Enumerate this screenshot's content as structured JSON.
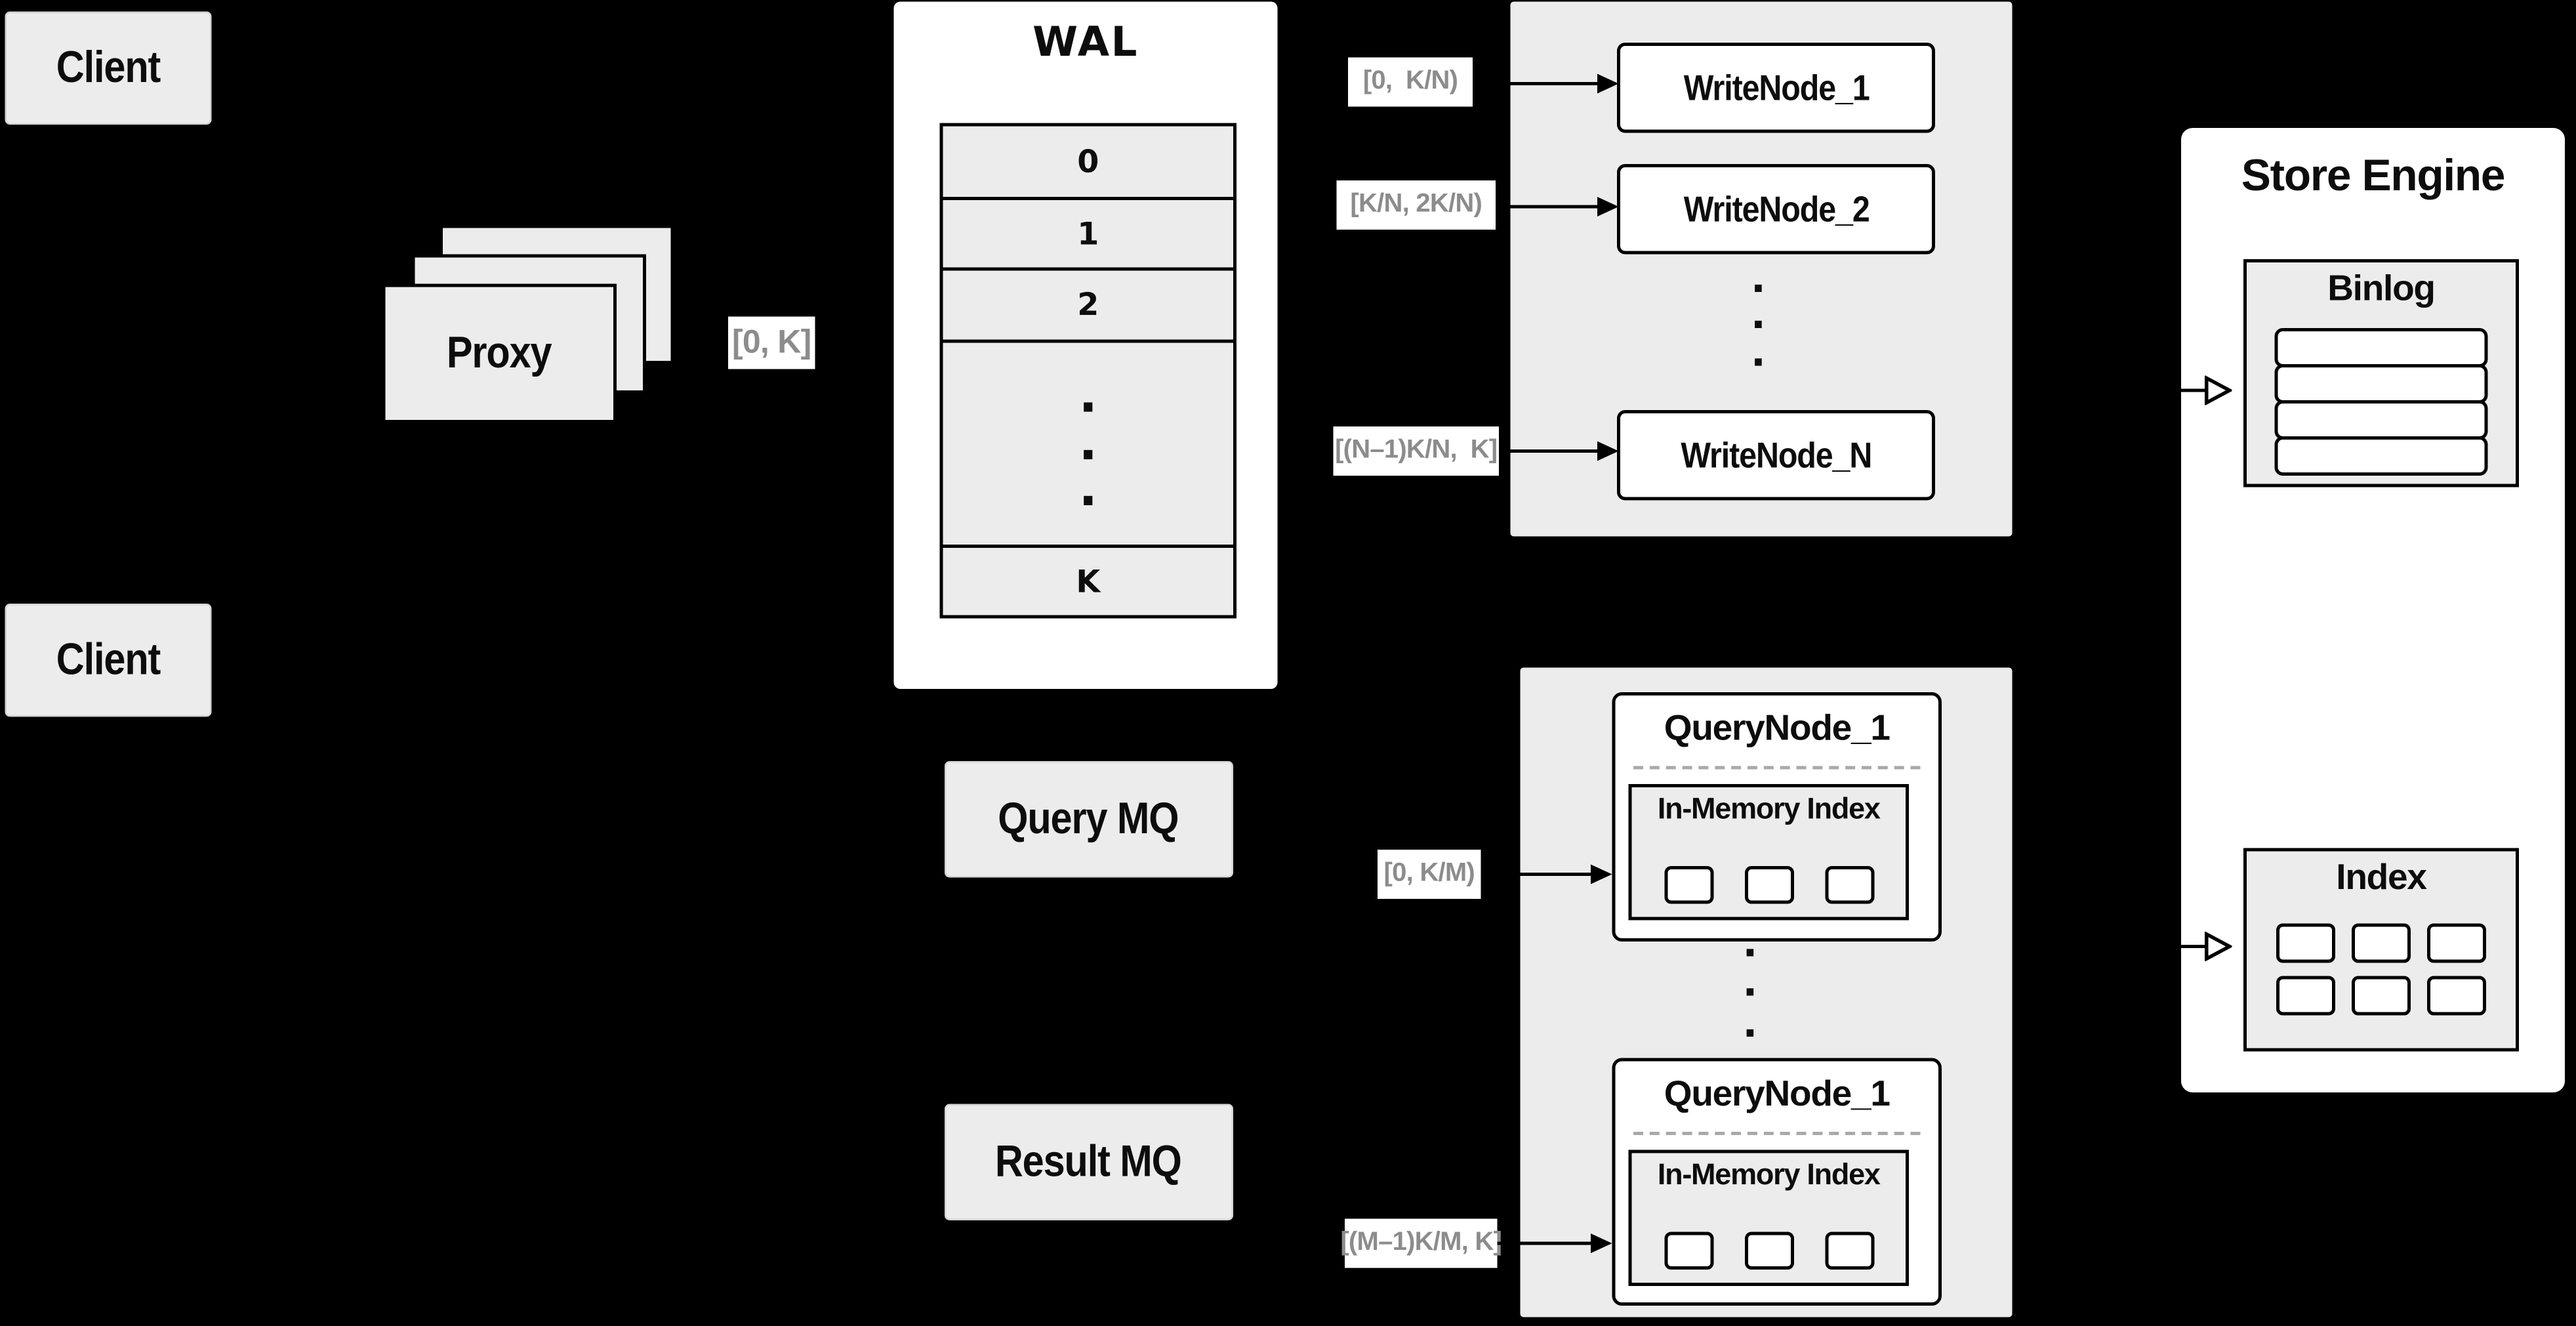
{
  "diagram": {
    "clients": {
      "top": "Client",
      "bottom": "Client"
    },
    "proxy": {
      "label": "Proxy"
    },
    "wal": {
      "title": "WAL",
      "rows": [
        "0",
        "1",
        "2"
      ],
      "last_row": "K"
    },
    "mq": {
      "query": "Query MQ",
      "result": "Result MQ"
    },
    "ranges": {
      "proxy_to_wal": "[0, K]",
      "to_write_1": "[0,  K/N)",
      "to_write_2": "[K/N, 2K/N)",
      "to_write_n": "[(N–1)K/N,  K]",
      "to_query_1": "[0, K/M)",
      "to_query_m": "[(M–1)K/M, K]"
    },
    "write_nodes": [
      "WriteNode_1",
      "WriteNode_2",
      "WriteNode_N"
    ],
    "query_nodes": [
      {
        "title": "QueryNode_1",
        "inner": "In-Memory Index"
      },
      {
        "title": "QueryNode_1",
        "inner": "In-Memory Index"
      }
    ],
    "store_engine": {
      "title": "Store Engine",
      "binlog": "Binlog",
      "index": "Index"
    },
    "dot": ".",
    "colors": {
      "background": "#000000",
      "box_gray": "#ececec",
      "box_white": "#ffffff",
      "label_text": "#8c8c8c",
      "line": "#000000"
    }
  }
}
